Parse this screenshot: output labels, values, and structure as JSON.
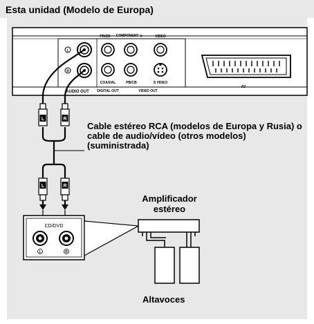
{
  "diagram": {
    "title": "Esta unidad (Modelo de Europa)",
    "cable_description": "Cable estéreo RCA (modelos de Europa y Rusia) o cable de audio/vídeo (otros modelos) (suministrada)",
    "amplifier_label_line1": "Amplificador",
    "amplifier_label_line2": "estéreo",
    "speakers_label": "Altavoces",
    "panel": {
      "audio_out": "AUDIO OUT",
      "component_left": "PR/CR",
      "component_center": "COMPONENT",
      "component_y": "Y",
      "video": "VIDEO",
      "coaxial": "COAXIAL",
      "digital_out": "DIGITAL OUT",
      "pb_cb": "PB/CB",
      "s_video": "S VIDEO",
      "video_out": "VIDEO OUT",
      "av": "AV",
      "jack_l": "L",
      "jack_r": "R"
    },
    "plug_letters": {
      "left": "L",
      "right": "R"
    },
    "amp_input_label": "CD/DVD",
    "amp_jack_l": "L",
    "amp_jack_r": "R"
  }
}
